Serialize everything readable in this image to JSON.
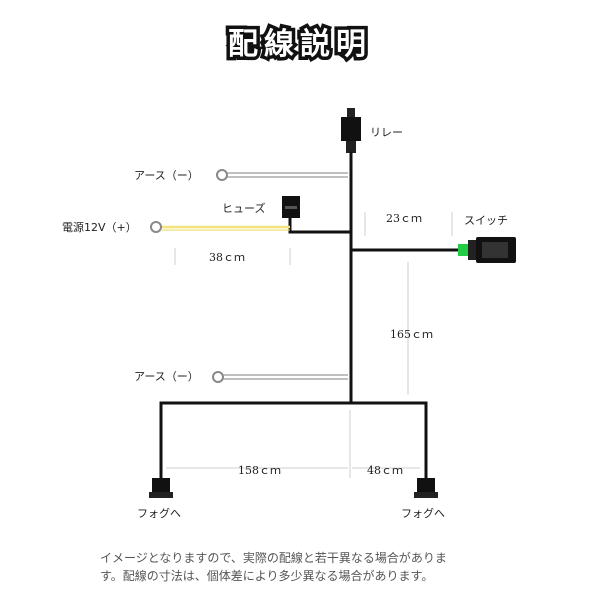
{
  "title": "配線説明",
  "labels": {
    "relay": "リレー",
    "earth_top": "アース（ー）",
    "fuse": "ヒューズ",
    "power": "電源12V（+）",
    "switch": "スイッチ",
    "earth_bottom": "アース（ー）",
    "fog_left": "フォグへ",
    "fog_right": "フォグへ"
  },
  "dimensions": {
    "d23": "23ｃｍ",
    "d38": "38ｃｍ",
    "d165": "165ｃｍ",
    "d158": "158ｃｍ",
    "d48": "48ｃｍ"
  },
  "note": {
    "line1": "イメージとなりますので、実際の配線と若干異なる場合がありま",
    "line2": "す。配線の寸法は、個体差により多少異なる場合があります。"
  },
  "colors": {
    "wire": "#111111",
    "power_wire": "#f5e27a",
    "switch_led": "#22cc44"
  }
}
